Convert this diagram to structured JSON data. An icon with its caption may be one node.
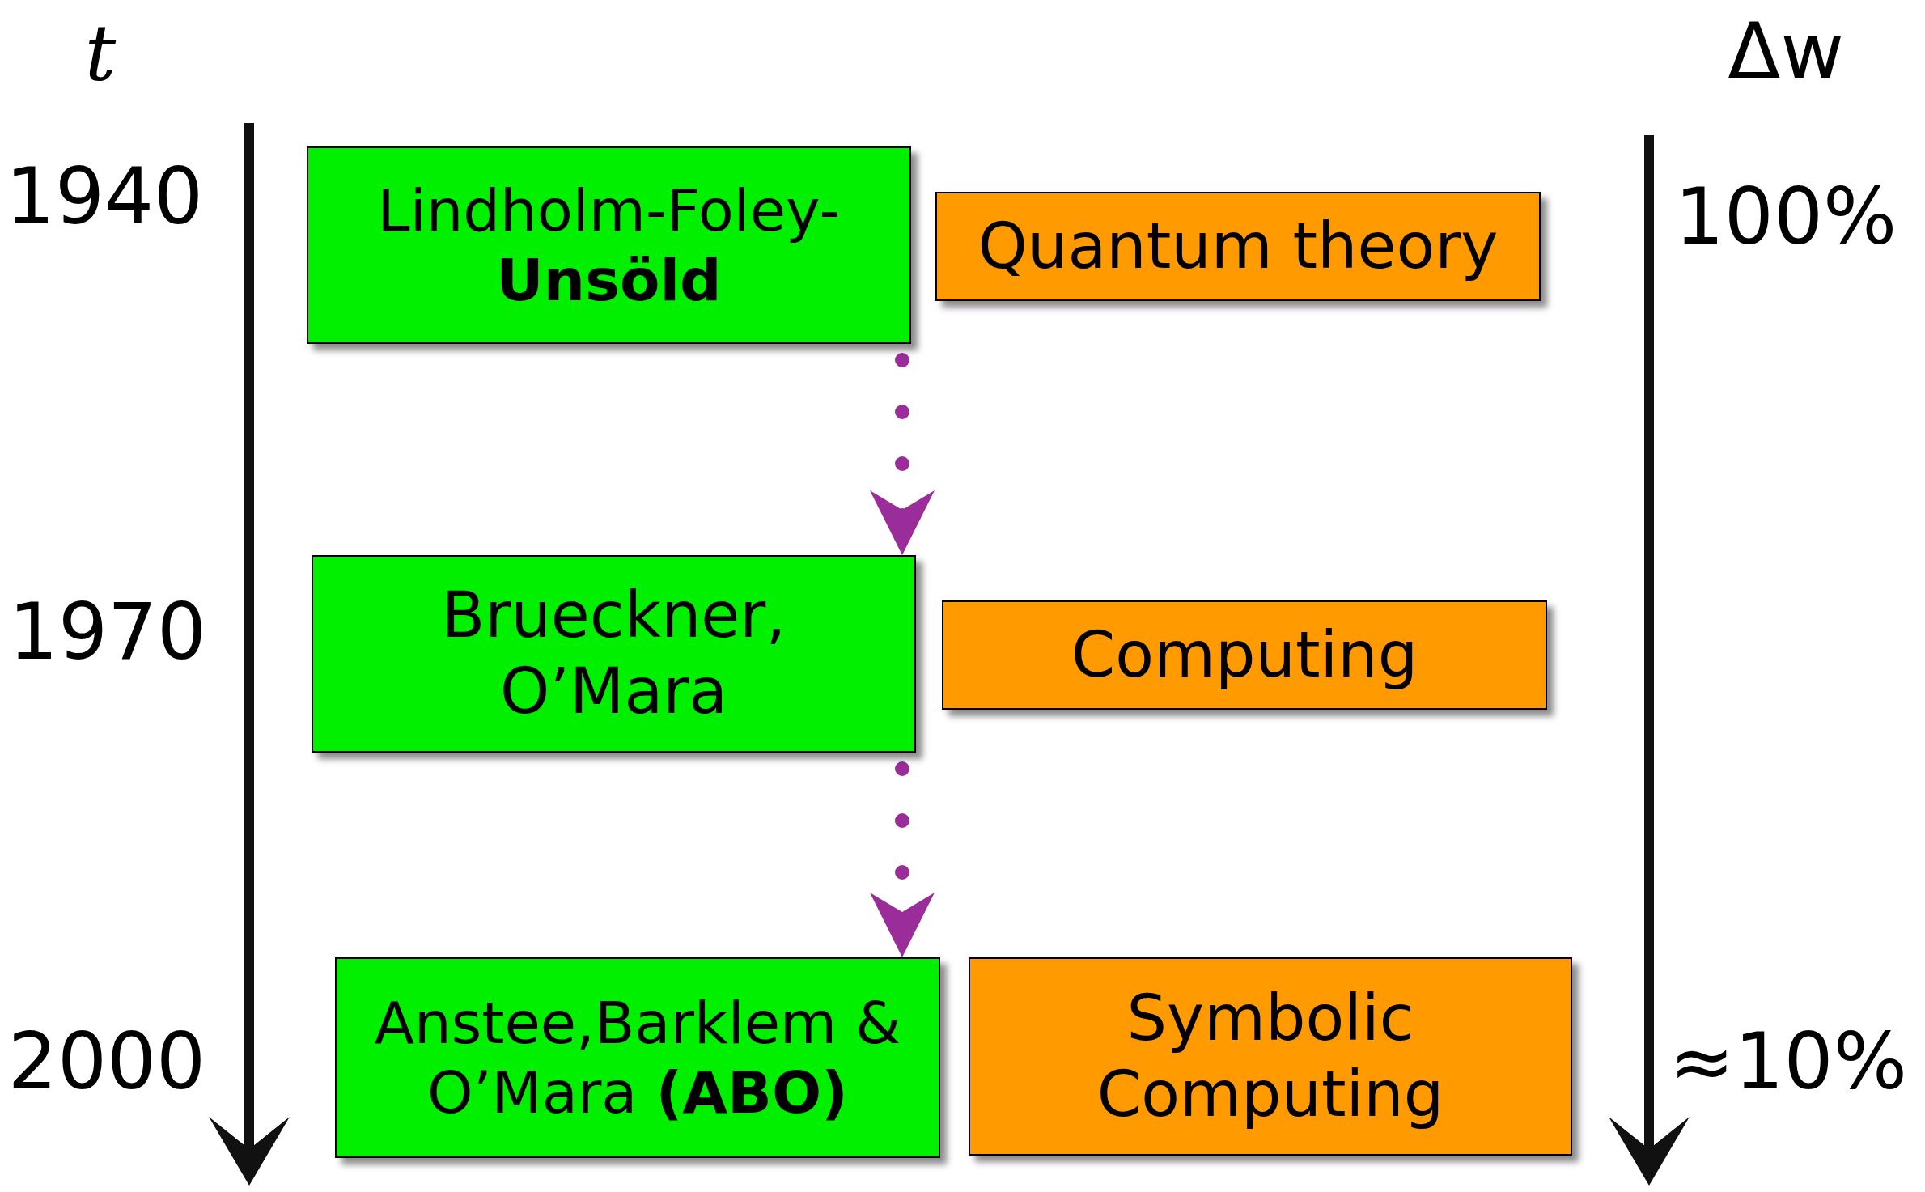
{
  "diagram": {
    "nodes": [
      {
        "text": [
          "Lindholm-Foley- **Unsöld**"
        ]
      },
      {
        "text": [
          "Quantum theory"
        ]
      },
      {
        "text": [
          "Brueckner, O’Mara"
        ]
      },
      {
        "text": [
          "Computing"
        ]
      },
      {
        "text": [
          "Anstee,Barklem & O’Mara **(ABO)**"
        ]
      },
      {
        "text": [
          "Symbolic Computing"
        ]
      }
    ],
    "edges": [
      {
        "from": 0,
        "to": 2,
        "arrow": "to",
        "style": "dashed",
        "color": "#9b2d9b"
      },
      {
        "from": 2,
        "to": 4,
        "arrow": "to",
        "style": "dashed",
        "color": "#9b2d9b"
      }
    ],
    "labels": [
      "t",
      "Δw",
      "1940",
      "100%",
      "1970",
      "2000",
      "≈10%"
    ]
  }
}
